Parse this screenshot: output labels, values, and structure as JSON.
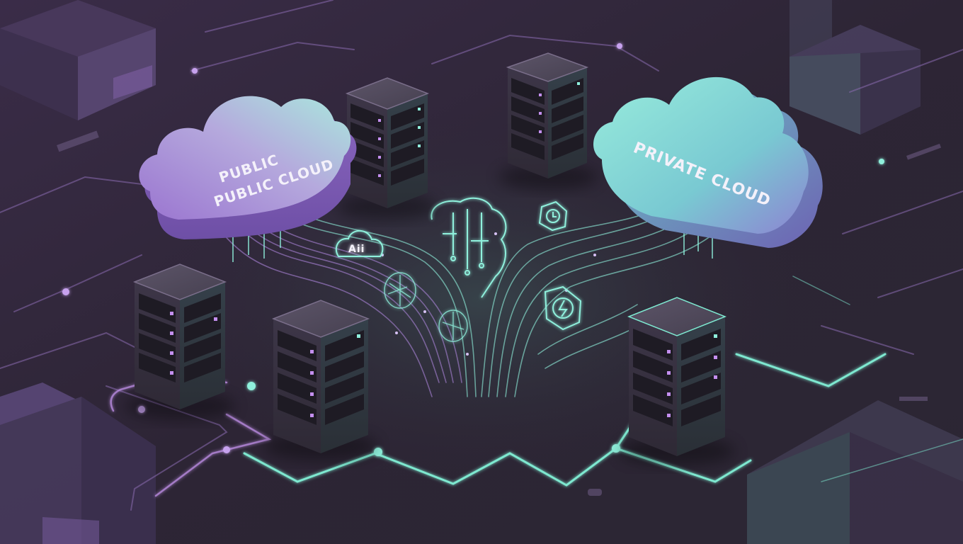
{
  "scene": {
    "description": "Isometric hybrid cloud illustration with servers and AI data streams",
    "background_color": "#2e2436",
    "accent_purple": "#b07be0",
    "accent_teal": "#7ee8d0"
  },
  "clouds": [
    {
      "id": "public",
      "line1": "PUBLIC",
      "line2": "PUBLIC CLOUD",
      "color_start": "#9d7bd4",
      "color_end": "#a8e6dc"
    },
    {
      "id": "private",
      "line1": "PRIVATE CLOUD",
      "color_start": "#8ce6d8",
      "color_end": "#8a7fd0"
    }
  ],
  "ai_badges": [
    {
      "label": "Aii",
      "icon": "ai-cloud-icon"
    },
    {
      "icon": "brain-circuit-icon"
    },
    {
      "icon": "clock-badge-icon"
    },
    {
      "icon": "lightning-badge-icon"
    }
  ],
  "servers": [
    {
      "id": "server-top-left"
    },
    {
      "id": "server-top-right"
    },
    {
      "id": "server-mid-left"
    },
    {
      "id": "server-center"
    },
    {
      "id": "server-bottom-right"
    }
  ]
}
